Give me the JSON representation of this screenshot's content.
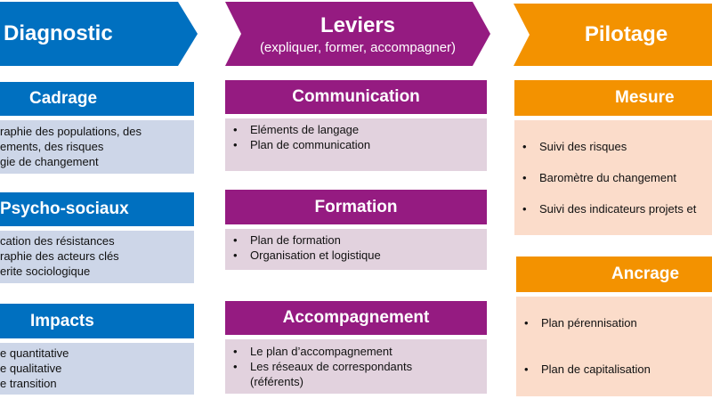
{
  "diagnostic": {
    "title": "Diagnostic",
    "sections": [
      {
        "title": "Cadrage",
        "items": [
          "raphie des populations, des",
          "ements, des risques",
          "gie de changement"
        ]
      },
      {
        "title": "Psycho-sociaux",
        "items": [
          "cation des résistances",
          "raphie des acteurs clés",
          "erite sociologique"
        ]
      },
      {
        "title": "Impacts",
        "items": [
          "e quantitative",
          "e qualitative",
          "e transition"
        ]
      }
    ]
  },
  "leviers": {
    "title": "Leviers",
    "subtitle": "(expliquer, former, accompagner)",
    "sections": [
      {
        "title": "Communication",
        "items": [
          "Eléments de langage",
          "Plan de communication"
        ]
      },
      {
        "title": "Formation",
        "items": [
          "Plan de formation",
          "Organisation et logistique"
        ]
      },
      {
        "title": "Accompagnement",
        "items": [
          "Le plan d’accompagnement",
          "Les réseaux de correspondants",
          "(référents)"
        ]
      }
    ]
  },
  "pilotage": {
    "title": "Pilotage",
    "sections": [
      {
        "title": "Mesure",
        "items": [
          "Suivi des risques",
          "Baromètre du changement",
          "Suivi des indicateurs projets et"
        ]
      },
      {
        "title": "Ancrage",
        "items": [
          "Plan pérennisation",
          "Plan de capitalisation"
        ]
      }
    ]
  },
  "colors": {
    "blue": "#0070c0",
    "purple": "#951b81",
    "orange": "#f39200"
  }
}
